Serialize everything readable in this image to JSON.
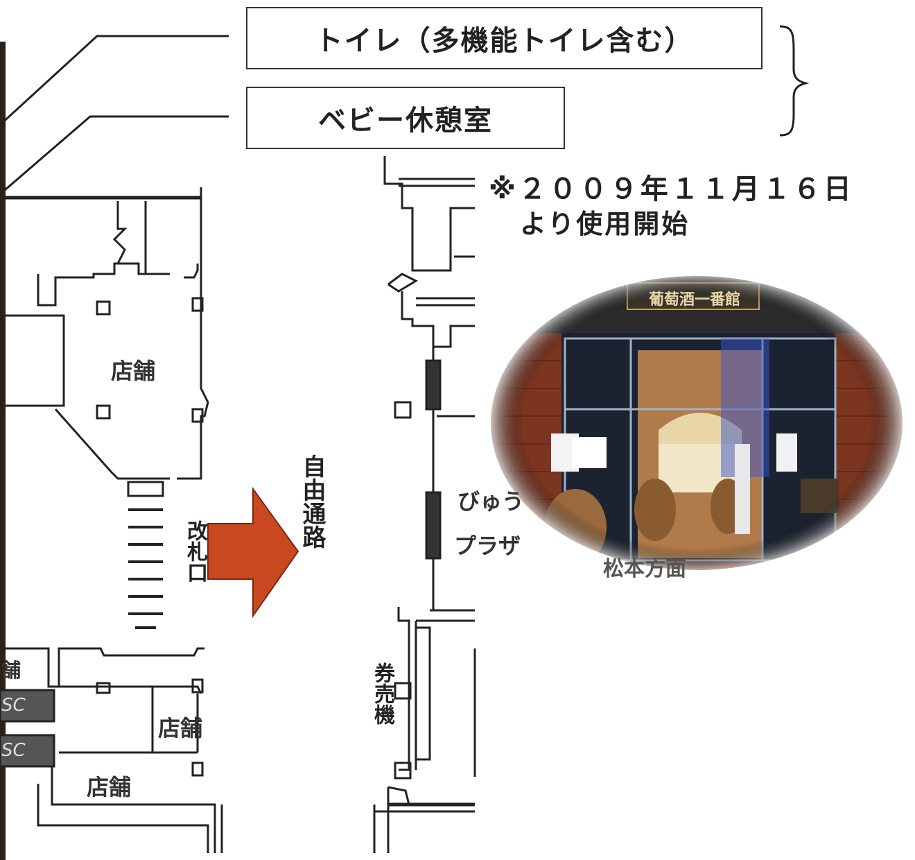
{
  "labels": {
    "toilet": "トイレ（多機能トイレ含む）",
    "baby_room": "ベビー休憩室",
    "note_line1": "※２００９年１１月１６日",
    "note_line2": "より使用開始",
    "shop_upper": "店舗",
    "shop_lower_right": "店舗",
    "shop_lower_left": "店舗",
    "shop_partial": "舗",
    "ticket_gate": "改札口",
    "free_passage": "自由通路",
    "view_plaza_line1": "びゅう",
    "view_plaza_line2": "プラザ",
    "ticket_machine": "券売機",
    "matsumoto_exit": "松本方面",
    "photo_sign": "葡萄酒一番館",
    "sc_label_1": "SC",
    "sc_label_2": "SC"
  },
  "colors": {
    "arrow": "#c8481f",
    "line": "#222222",
    "brick": "#8a3b22"
  },
  "icons": {
    "arrow": "right-arrow-icon",
    "brace": "curly-brace-icon"
  }
}
